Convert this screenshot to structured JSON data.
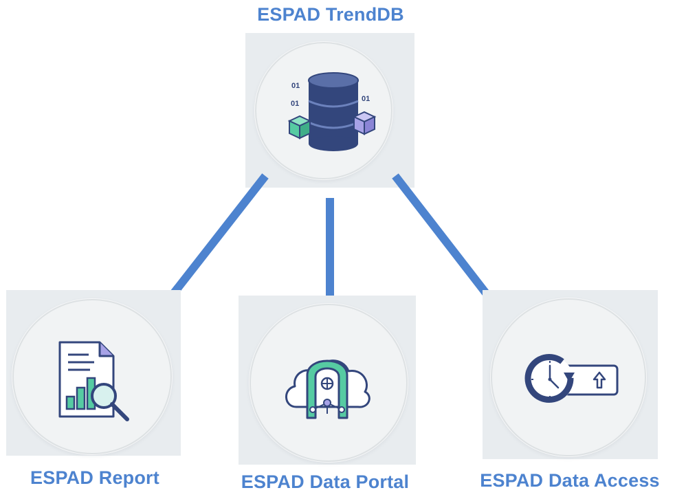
{
  "diagram": {
    "root": {
      "title": "ESPAD TrendDB",
      "icon": "database-icon",
      "binary_labels": [
        "01",
        "01",
        "01"
      ]
    },
    "children": [
      {
        "title": "ESPAD Report",
        "icon": "report-chart-magnifier-icon"
      },
      {
        "title": "ESPAD Data Portal",
        "icon": "data-portal-cloud-gate-icon"
      },
      {
        "title": "ESPAD Data Access",
        "icon": "clock-upload-icon"
      }
    ],
    "colors": {
      "text": "#4d83cf",
      "arrow": "#4d83cf",
      "card": "#e8ecef",
      "navy": "#33467c",
      "teal": "#56cba2",
      "lavender": "#a7a2e6"
    }
  }
}
